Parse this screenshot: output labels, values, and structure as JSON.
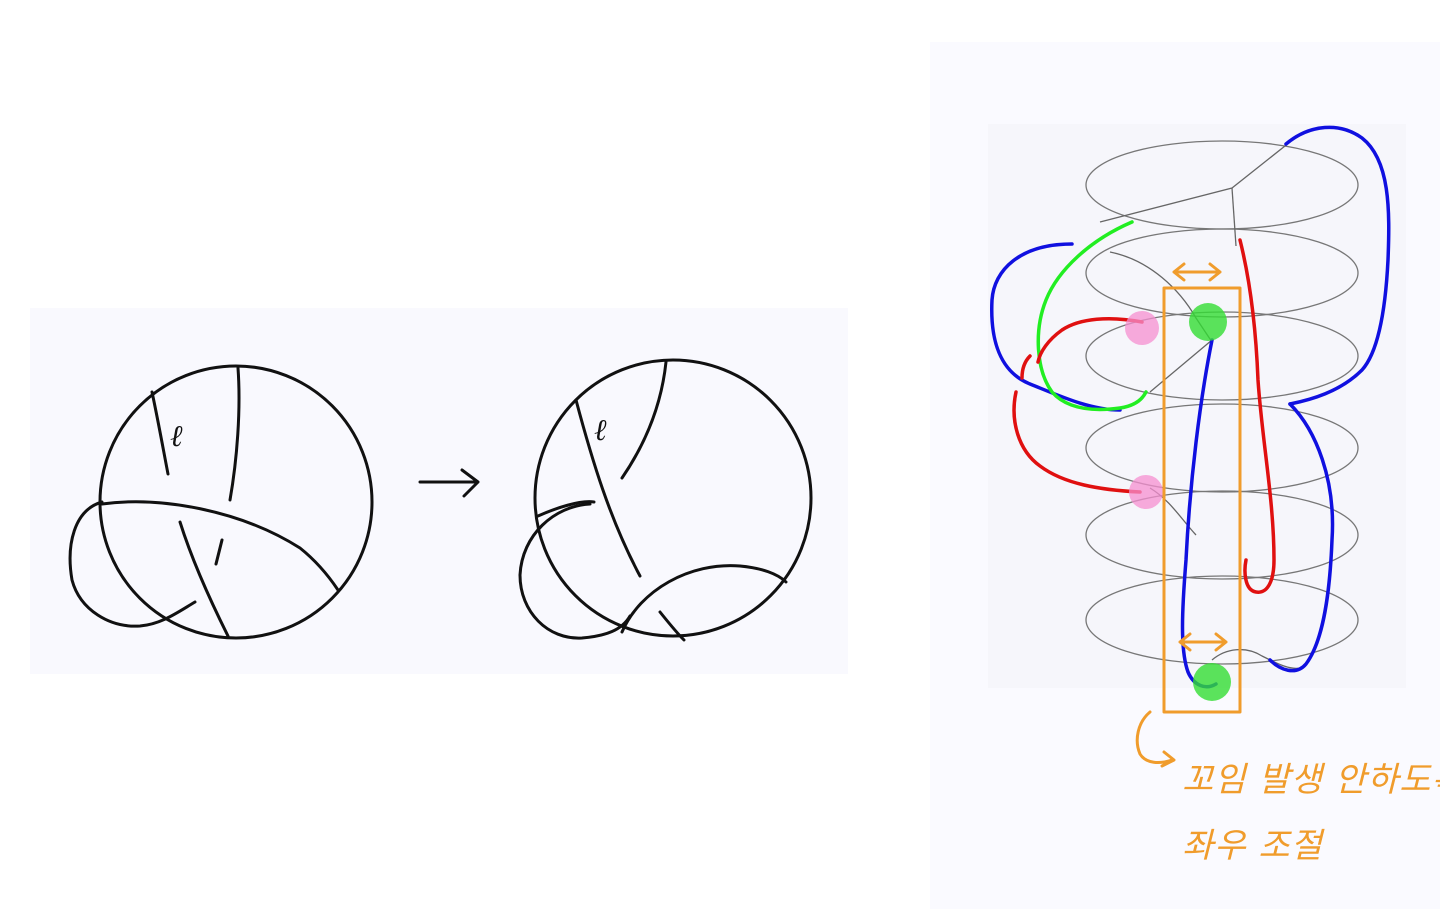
{
  "left_diagram": {
    "strand_label_before": "ℓ",
    "strand_label_after": "ℓ",
    "transition_arrow": "→"
  },
  "right_diagram": {
    "note_line1": "꼬임 발생 안하도록",
    "note_line2": "좌우 조절",
    "colors": {
      "blue": "#1010e0",
      "red": "#e01010",
      "green": "#22ee22",
      "orange": "#f09c2c",
      "pink_dot": "#f58fd0",
      "green_dot": "#33dd33"
    }
  }
}
